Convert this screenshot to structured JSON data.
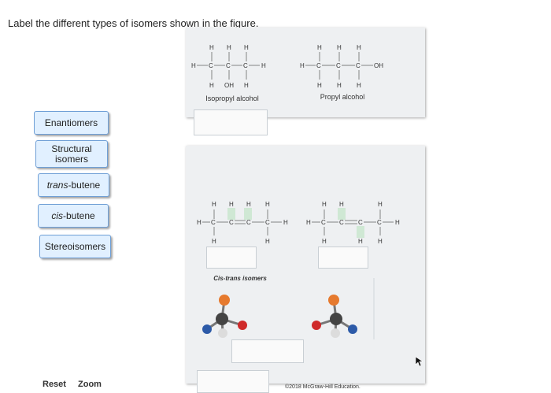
{
  "question": "Label the different types of isomers shown in the figure.",
  "labels": {
    "enantiomers": "Enantiomers",
    "structural_line1": "Structural",
    "structural_line2": "isomers",
    "trans_italic": "trans",
    "trans_rest": "-butene",
    "cis_italic": "cis",
    "cis_rest": "-butene",
    "stereoisomers": "Stereoisomers"
  },
  "top_panel": {
    "isopropyl_caption": "Isopropyl alcohol",
    "propyl_caption": "Propyl alcohol"
  },
  "lower_panel": {
    "cis_trans_caption": "Cis-trans isomers"
  },
  "footer": {
    "reset": "Reset",
    "zoom": "Zoom",
    "copyright": "©2018 McGraw-Hill Education."
  },
  "molecule_text": {
    "H": "H",
    "C": "C",
    "OH": "OH"
  }
}
